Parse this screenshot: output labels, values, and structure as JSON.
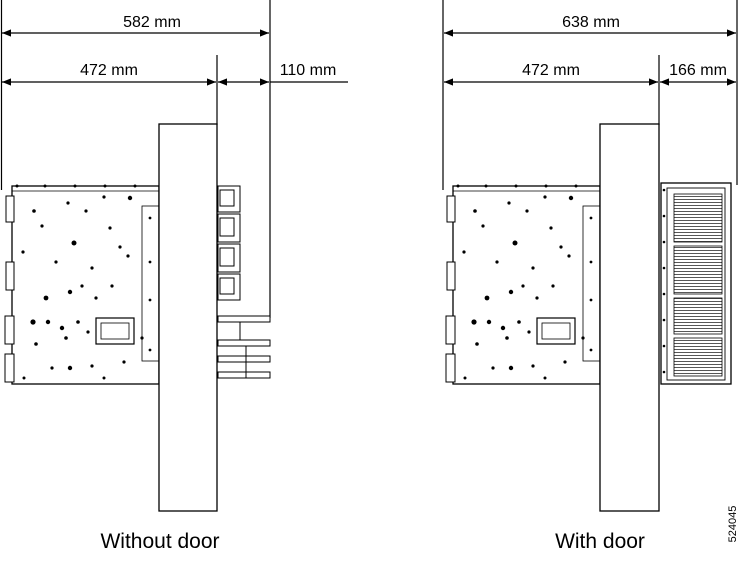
{
  "left_panel": {
    "overall_dim": "582 mm",
    "depth_dim": "472 mm",
    "extension_dim": "110 mm",
    "caption": "Without door"
  },
  "right_panel": {
    "overall_dim": "638 mm",
    "depth_dim": "472 mm",
    "extension_dim": "166 mm",
    "caption": "With door"
  },
  "figure_id": "524045"
}
